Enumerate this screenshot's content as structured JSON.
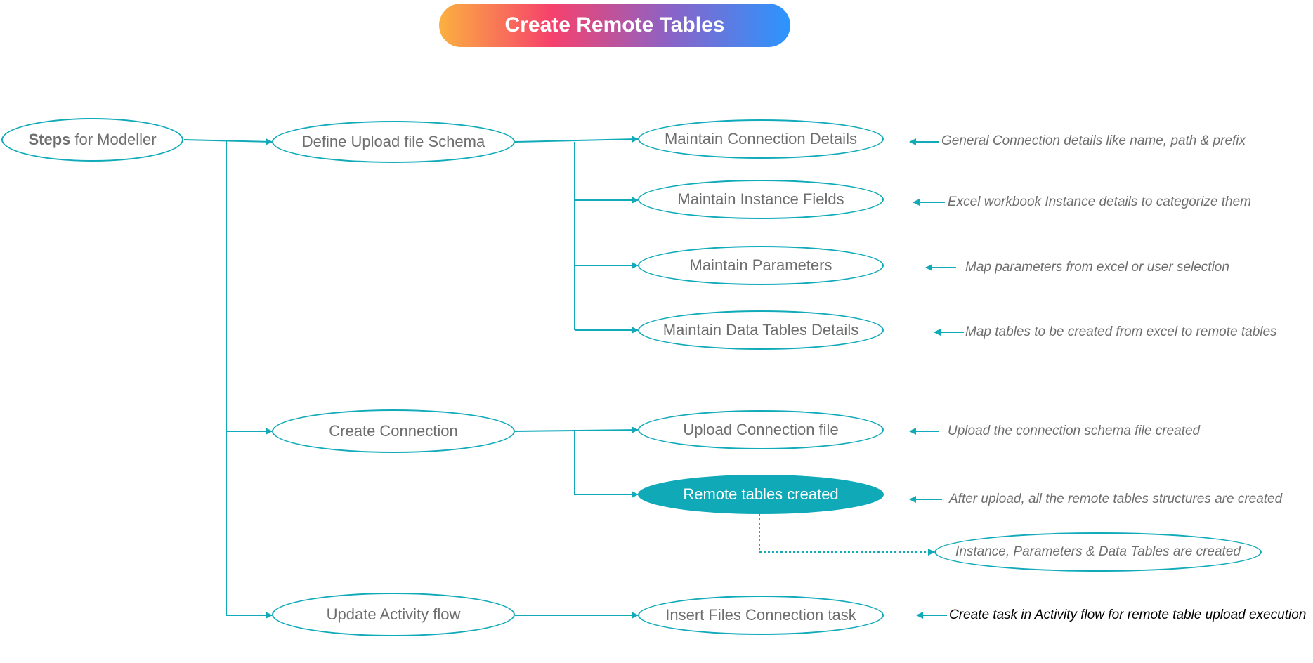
{
  "title": "Create Remote Tables",
  "root": {
    "bold": "Steps",
    "rest": "for Modeller"
  },
  "steps": [
    {
      "label": "Define Upload file Schema"
    },
    {
      "label": "Create Connection"
    },
    {
      "label": "Update Activity flow"
    }
  ],
  "substeps": [
    {
      "label": "Maintain Connection Details"
    },
    {
      "label": "Maintain Instance Fields"
    },
    {
      "label": "Maintain Parameters"
    },
    {
      "label": "Maintain Data Tables Details"
    },
    {
      "label": "Upload Connection file"
    },
    {
      "label": "Remote tables created"
    },
    {
      "label": "Insert Files Connection task"
    }
  ],
  "result_note": "Instance, Parameters & Data Tables are created",
  "annotations": [
    "General Connection  details like name, path & prefix",
    "Excel workbook Instance details to categorize them",
    "Map parameters from excel or user selection",
    "Map tables to be created from excel to remote tables",
    "Upload the connection schema file created",
    "After upload, all the remote tables structures are created",
    "Create  task in Activity flow for remote table upload execution"
  ],
  "colors": {
    "line": "#11aab9",
    "node_text": "#6e6e6e",
    "filled_node": "#0fa9b8",
    "title_gradient": [
      "#fbb040",
      "#f6416c",
      "#8a63c7",
      "#2b95ff"
    ]
  }
}
